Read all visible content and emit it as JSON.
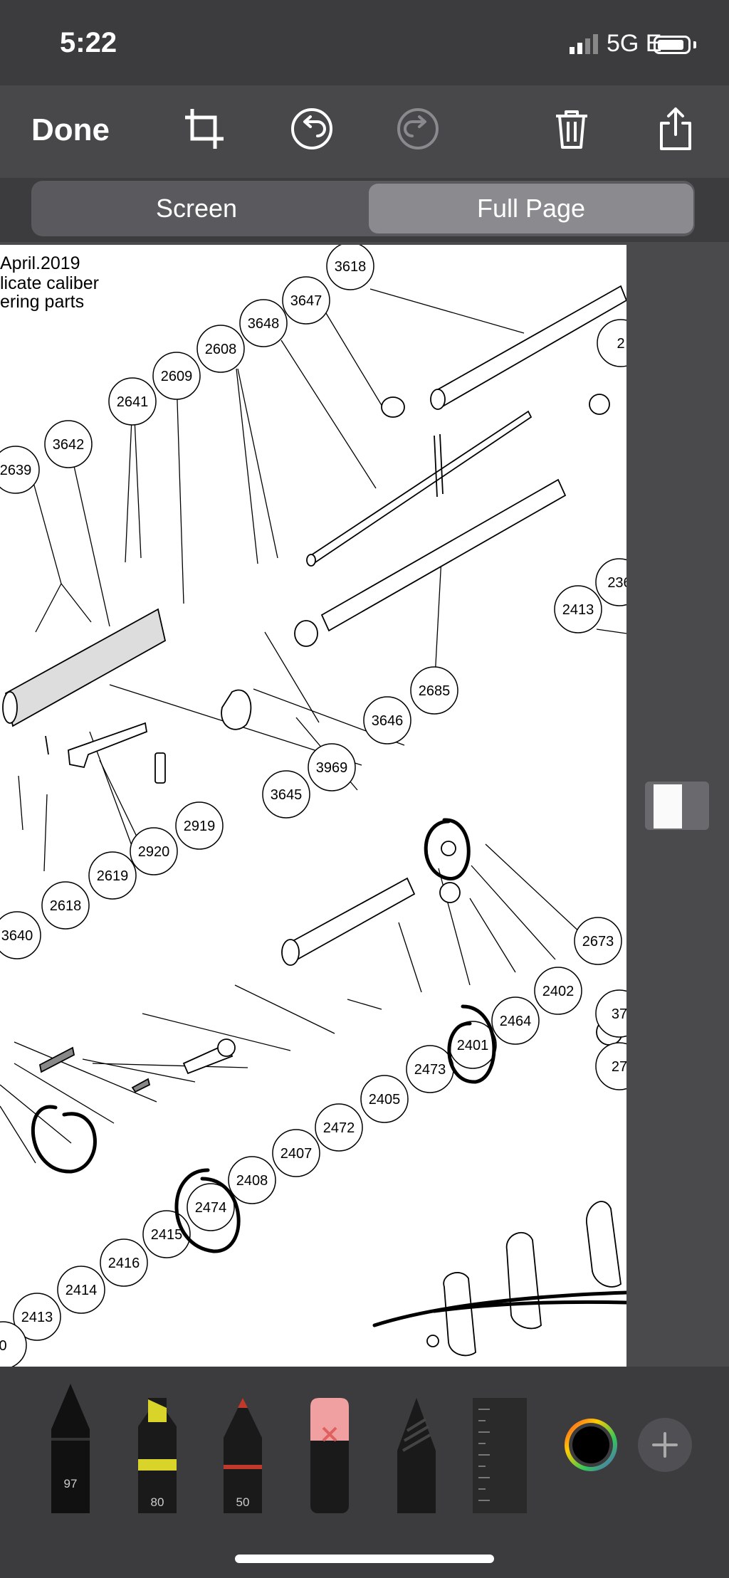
{
  "status_bar": {
    "time": "5:22",
    "network": "5G E"
  },
  "toolbar": {
    "done_label": "Done"
  },
  "tabs": [
    {
      "label": "Screen",
      "selected": false
    },
    {
      "label": "Full Page",
      "selected": true
    }
  ],
  "document": {
    "text_lines": [
      "April.2019",
      "licate caliber",
      "ering parts"
    ],
    "part_labels": [
      "3618",
      "3647",
      "3648",
      "2608",
      "2609",
      "2641",
      "3642",
      "2639",
      "2413",
      "3646",
      "2685",
      "3969",
      "3645",
      "2919",
      "2920",
      "2619",
      "2618",
      "3640",
      "2673",
      "2402",
      "2464",
      "2401",
      "2473",
      "2405",
      "2472",
      "2407",
      "2408",
      "2474",
      "2415",
      "2416",
      "2414",
      "2413",
      "2",
      "236",
      "37",
      "27",
      "0"
    ]
  },
  "tools": [
    {
      "name": "pen",
      "number": "97",
      "color": "#111111"
    },
    {
      "name": "highlighter",
      "number": "80",
      "color": "#d8d42a"
    },
    {
      "name": "pencil",
      "number": "50",
      "color": "#c0392b"
    },
    {
      "name": "eraser",
      "number": "",
      "color": "#f0a0a0"
    },
    {
      "name": "lasso",
      "number": "",
      "color": "#222222"
    },
    {
      "name": "ruler",
      "number": "",
      "color": "#2a2a2a"
    }
  ],
  "current_color": "#000000"
}
